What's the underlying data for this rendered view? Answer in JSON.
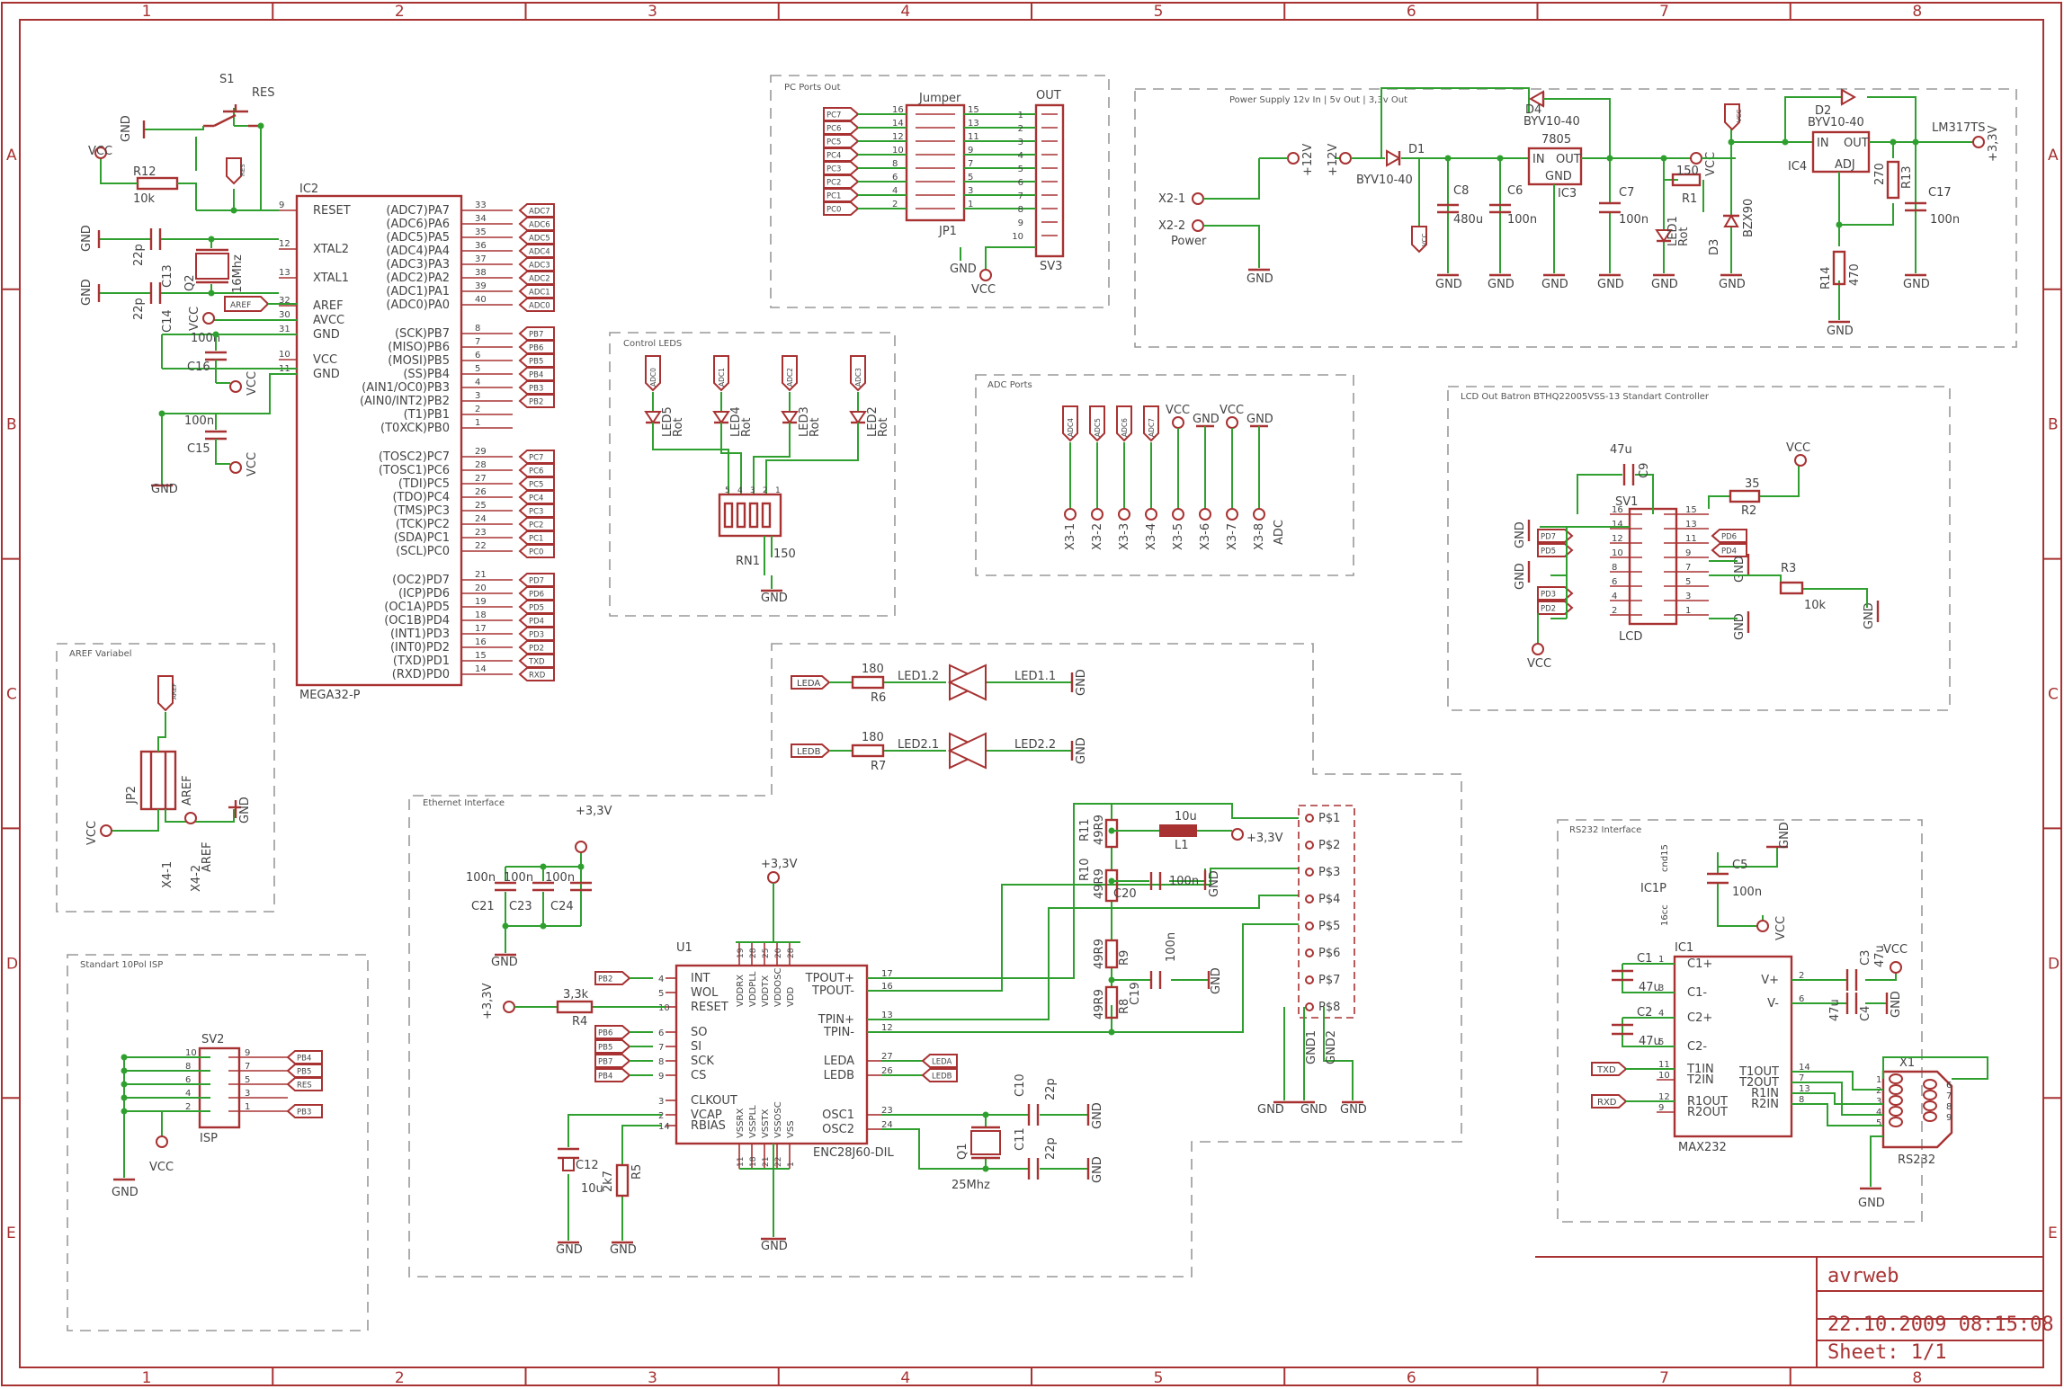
{
  "sheet": {
    "columns": [
      "1",
      "2",
      "3",
      "4",
      "5",
      "6",
      "7",
      "8"
    ],
    "rows": [
      "A",
      "B",
      "C",
      "D",
      "E"
    ]
  },
  "title_block": {
    "project": "avrweb",
    "date": "22.10.2009 08:15:08",
    "sheet": "Sheet: 1/1"
  },
  "sections": {
    "pc_ports": "PC Ports Out",
    "power": "Power Supply 12v In | 5v Out | 3,3v Out",
    "leds": "Control LEDS",
    "adc": "ADC Ports",
    "lcd": "LCD Out Batron BTHQ22005VSS-13 Standart Controller",
    "aref": "AREF Variabel",
    "ethernet": "Ethernet Interface",
    "isp": "Standart 10Pol ISP",
    "rs232": "RS232 Interface"
  },
  "mcu": {
    "ref": "IC2",
    "part": "MEGA32-P",
    "left_pins": [
      {
        "name": "RESET",
        "num": "9"
      },
      {
        "name": "XTAL2",
        "num": "12"
      },
      {
        "name": "XTAL1",
        "num": "13"
      },
      {
        "name": "AREF",
        "num": "32"
      },
      {
        "name": "AVCC",
        "num": "30"
      },
      {
        "name": "GND",
        "num": "31"
      },
      {
        "name": "VCC",
        "num": "10"
      },
      {
        "name": "GND",
        "num": "11"
      }
    ],
    "right_pins": [
      {
        "name": "(ADC7)PA7",
        "num": "33",
        "net": "ADC7"
      },
      {
        "name": "(ADC6)PA6",
        "num": "34",
        "net": "ADC6"
      },
      {
        "name": "(ADC5)PA5",
        "num": "35",
        "net": "ADC5"
      },
      {
        "name": "(ADC4)PA4",
        "num": "36",
        "net": "ADC4"
      },
      {
        "name": "(ADC3)PA3",
        "num": "37",
        "net": "ADC3"
      },
      {
        "name": "(ADC2)PA2",
        "num": "38",
        "net": "ADC2"
      },
      {
        "name": "(ADC1)PA1",
        "num": "39",
        "net": "ADC1"
      },
      {
        "name": "(ADC0)PA0",
        "num": "40",
        "net": "ADC0"
      },
      {
        "name": "(SCK)PB7",
        "num": "8",
        "net": "PB7"
      },
      {
        "name": "(MISO)PB6",
        "num": "7",
        "net": "PB6"
      },
      {
        "name": "(MOSI)PB5",
        "num": "6",
        "net": "PB5"
      },
      {
        "name": "(SS)PB4",
        "num": "5",
        "net": "PB4"
      },
      {
        "name": "(AIN1/OC0)PB3",
        "num": "4",
        "net": "PB3"
      },
      {
        "name": "(AIN0/INT2)PB2",
        "num": "3",
        "net": "PB2"
      },
      {
        "name": "(T1)PB1",
        "num": "2",
        "net": ""
      },
      {
        "name": "(T0XCK)PB0",
        "num": "1",
        "net": ""
      },
      {
        "name": "(TOSC2)PC7",
        "num": "29",
        "net": "PC7"
      },
      {
        "name": "(TOSC1)PC6",
        "num": "28",
        "net": "PC6"
      },
      {
        "name": "(TDI)PC5",
        "num": "27",
        "net": "PC5"
      },
      {
        "name": "(TDO)PC4",
        "num": "26",
        "net": "PC4"
      },
      {
        "name": "(TMS)PC3",
        "num": "25",
        "net": "PC3"
      },
      {
        "name": "(TCK)PC2",
        "num": "24",
        "net": "PC2"
      },
      {
        "name": "(SDA)PC1",
        "num": "23",
        "net": "PC1"
      },
      {
        "name": "(SCL)PC0",
        "num": "22",
        "net": "PC0"
      },
      {
        "name": "(OC2)PD7",
        "num": "21",
        "net": "PD7"
      },
      {
        "name": "(ICP)PD6",
        "num": "20",
        "net": "PD6"
      },
      {
        "name": "(OC1A)PD5",
        "num": "19",
        "net": "PD5"
      },
      {
        "name": "(OC1B)PD4",
        "num": "18",
        "net": "PD4"
      },
      {
        "name": "(INT1)PD3",
        "num": "17",
        "net": "PD3"
      },
      {
        "name": "(INT0)PD2",
        "num": "16",
        "net": "PD2"
      },
      {
        "name": "(TXD)PD1",
        "num": "15",
        "net": "TXD"
      },
      {
        "name": "(RXD)PD0",
        "num": "14",
        "net": "RXD"
      }
    ]
  },
  "reset_circuit": {
    "s1": "S1",
    "res": "RES",
    "r12": "R12",
    "r12v": "10k",
    "vcc": "VCC",
    "gnd": "GND"
  },
  "crystal": {
    "c13": "C13",
    "c13v": "22p",
    "c14": "C14",
    "c14v": "22p",
    "q2": "Q2",
    "q2v": "16Mhz",
    "gnd1": "GND",
    "gnd2": "GND",
    "aref": "AREF"
  },
  "supply_caps": {
    "c16": "C16",
    "c16v": "100n",
    "c15": "C15",
    "c15v": "100n",
    "vcc1": "VCC",
    "vcc2": "VCC",
    "vcc3": "VCC",
    "gnd": "GND"
  },
  "jumper": {
    "jp1": "JP1",
    "title": "Jumper",
    "sv3": "SV3",
    "out": "OUT",
    "vcc": "VCC",
    "gnd": "GND",
    "nets": [
      "PC7",
      "PC6",
      "PC5",
      "PC4",
      "PC3",
      "PC2",
      "PC1",
      "PC0"
    ],
    "jp_left": [
      "16",
      "14",
      "12",
      "10",
      "8",
      "6",
      "4",
      "2"
    ],
    "jp_right": [
      "15",
      "13",
      "11",
      "9",
      "7",
      "5",
      "3",
      "1"
    ],
    "sv_pins": [
      "1",
      "2",
      "3",
      "4",
      "5",
      "6",
      "7",
      "8",
      "9",
      "10"
    ]
  },
  "power": {
    "x21": "X2-1",
    "x22": "X2-2",
    "power": "Power",
    "p12a": "+12V",
    "p12b": "+12V",
    "d1": "D1",
    "d1v": "BYV10-40",
    "d4": "D4",
    "d4v": "BYV10-40",
    "ic3": "IC3",
    "ic3v": "7805",
    "in": "IN",
    "out": "OUT",
    "gnd_pin": "GND",
    "c8": "C8",
    "c8v": "480u",
    "c6": "C6",
    "c6v": "100n",
    "c7": "C7",
    "c7v": "100n",
    "r1": "R1",
    "r1v": "150",
    "led1": "LED1",
    "led1v": "Rot",
    "vcc": "VCC",
    "d3": "D3",
    "d3v": "BZX90",
    "vcc2": "VCC",
    "d2": "D2",
    "d2v": "BYV10-40",
    "ic4": "IC4",
    "ic4v": "LM317TS",
    "adj": "ADJ",
    "r13": "R13",
    "r13v": "270",
    "r14": "R14",
    "r14v": "470",
    "c17": "C17",
    "c17v": "100n",
    "p33": "+3,3V",
    "vcc_tag": "VCC",
    "gnd": "GND"
  },
  "leds": {
    "nets": [
      "ADC0",
      "ADC1",
      "ADC2",
      "ADC3"
    ],
    "refs": [
      "LED5",
      "LED4",
      "LED3",
      "LED2"
    ],
    "vals": [
      "Rot",
      "Rot",
      "Rot",
      "Rot"
    ],
    "rn1": "RN1",
    "rn1v": "150",
    "gnd": "GND",
    "rn_pins": [
      "5",
      "4",
      "3",
      "2",
      "1"
    ]
  },
  "adc": {
    "nets": [
      "ADC4",
      "ADC5",
      "ADC6",
      "ADC7"
    ],
    "vcc": "VCC",
    "gnd": "GND",
    "x3": [
      "X3-1",
      "X3-2",
      "X3-3",
      "X3-4",
      "X3-5",
      "X3-6",
      "X3-7",
      "X3-8"
    ],
    "adc_lbl": "ADC"
  },
  "lcd": {
    "c9": "C9",
    "c9v": "47u",
    "r2": "R2",
    "r2v": "35",
    "vcc": "VCC",
    "sv1": "SV1",
    "lcd": "LCD",
    "r3": "R3",
    "r3v": "10k",
    "gnd": "GND",
    "left_pins": [
      "16",
      "14",
      "12",
      "10",
      "8",
      "6",
      "4",
      "2"
    ],
    "right_pins": [
      "15",
      "13",
      "11",
      "9",
      "7",
      "5",
      "3",
      "1"
    ],
    "nets": [
      "PD7",
      "PD5",
      "PD3",
      "PD2",
      "PD6",
      "PD4"
    ]
  },
  "aref_block": {
    "jp2": "JP2",
    "aref": "AREF",
    "vcc": "VCC",
    "x41": "X4-1",
    "x42": "X4-2",
    "aref2": "AREF",
    "aref_tag": "AREF",
    "gnd": "GND"
  },
  "led_drivers": {
    "leda": "LEDA",
    "ledb": "LEDB",
    "r6": "R6",
    "r6v": "180",
    "r7": "R7",
    "r7v": "180",
    "l11": "LED1.1",
    "l12": "LED1.2",
    "l21": "LED2.1",
    "l22": "LED2.2",
    "gnd": "GND"
  },
  "ethernet": {
    "u1": "U1",
    "part": "ENC28J60-DIL",
    "p33": "+3,3V",
    "gnd": "GND",
    "left_pins": [
      {
        "name": "INT",
        "num": "4",
        "net": "PB2"
      },
      {
        "name": "WOL",
        "num": "5",
        "net": ""
      },
      {
        "name": "RESET",
        "num": "10",
        "net": ""
      },
      {
        "name": "SO",
        "num": "6",
        "net": "PB6"
      },
      {
        "name": "SI",
        "num": "7",
        "net": "PB5"
      },
      {
        "name": "SCK",
        "num": "8",
        "net": "PB7"
      },
      {
        "name": "CS",
        "num": "9",
        "net": "PB4"
      },
      {
        "name": "CLKOUT",
        "num": "3",
        "net": ""
      },
      {
        "name": "VCAP",
        "num": "2",
        "net": ""
      },
      {
        "name": "RBIAS",
        "num": "14",
        "net": ""
      }
    ],
    "right_pins": [
      {
        "name": "TPOUT+",
        "num": "17",
        "net": ""
      },
      {
        "name": "TPOUT-",
        "num": "16",
        "net": ""
      },
      {
        "name": "TPIN+",
        "num": "13",
        "net": ""
      },
      {
        "name": "TPIN-",
        "num": "12",
        "net": ""
      },
      {
        "name": "LEDA",
        "num": "27",
        "net": "LEDA"
      },
      {
        "name": "LEDB",
        "num": "26",
        "net": "LEDB"
      },
      {
        "name": "OSC1",
        "num": "23",
        "net": ""
      },
      {
        "name": "OSC2",
        "num": "24",
        "net": ""
      }
    ],
    "top_pins": [
      "VDDRX",
      "VDDPLL",
      "VDDTX",
      "VDDOSC",
      "VDD"
    ],
    "top_nums": [
      "19",
      "28",
      "25",
      "20",
      "28"
    ],
    "bot_pins": [
      "VSSRX",
      "VSSPLL",
      "VSSTX",
      "VSSOSC",
      "VSS"
    ],
    "bot_nums": [
      "11",
      "18",
      "21",
      "22",
      "1"
    ],
    "caps": {
      "c21": "C21",
      "c23": "C23",
      "c24": "C24",
      "v": "100n"
    },
    "r4": "R4",
    "r4v": "3,3k",
    "c12": "C12",
    "c12v": "10u",
    "r5": "R5",
    "r5v": "2k7",
    "c10": "C10",
    "c10v": "22p",
    "c11": "C11",
    "c11v": "22p",
    "q1": "Q1",
    "q1v": "25Mhz",
    "r11": "R11",
    "r11v": "49R9",
    "r10": "R10",
    "r10v": "49R9",
    "r9": "R9",
    "r9v": "49R9",
    "r8": "R8",
    "r8v": "49R9",
    "l1": "L1",
    "l1v": "10u",
    "c20": "C20",
    "c20v": "100n",
    "c19": "C19",
    "c19v": "100n",
    "rj": [
      "P$1",
      "P$2",
      "P$3",
      "P$4",
      "P$5",
      "P$6",
      "P$7",
      "P$8"
    ],
    "gnd1": "GND1",
    "gnd2": "GND2"
  },
  "isp": {
    "sv2": "SV2",
    "isp": "ISP",
    "vcc": "VCC",
    "gnd": "GND",
    "left": [
      "10",
      "8",
      "6",
      "4",
      "2"
    ],
    "right": [
      "9",
      "7",
      "5",
      "3",
      "1"
    ],
    "nets": [
      "PB4",
      "PB5",
      "RES",
      "PB3"
    ]
  },
  "rs232": {
    "ic1": "IC1",
    "part": "MAX232",
    "ic1p": "IC1P",
    "c5": "C5",
    "c5v": "100n",
    "gnd": "GND",
    "vcc": "VCC",
    "c1": "C1",
    "c1v": "47u",
    "c2": "C2",
    "c2v": "47u",
    "c3": "C3",
    "c3v": "47u",
    "c4": "C4",
    "c4v": "47u",
    "vcc_pin": "16cc",
    "gnd_pin": "cnd15",
    "left": [
      {
        "name": "C1+",
        "num": "1"
      },
      {
        "name": "C1-",
        "num": "3"
      },
      {
        "name": "C2+",
        "num": "4"
      },
      {
        "name": "C2-",
        "num": "5"
      },
      {
        "name": "T1IN",
        "num": "11"
      },
      {
        "name": "T2IN",
        "num": "10"
      },
      {
        "name": "R1OUT",
        "num": "12"
      },
      {
        "name": "R2OUT",
        "num": "9"
      }
    ],
    "right": [
      {
        "name": "V+",
        "num": "2"
      },
      {
        "name": "V-",
        "num": "6"
      },
      {
        "name": "T1OUT",
        "num": "14"
      },
      {
        "name": "T2OUT",
        "num": "7"
      },
      {
        "name": "R1IN",
        "num": "13"
      },
      {
        "name": "R2IN",
        "num": "8"
      }
    ],
    "txd": "TXD",
    "rxd": "RXD",
    "x1": "X1",
    "conn": "RS232",
    "db_pins": [
      "1",
      "2",
      "3",
      "4",
      "5",
      "6",
      "7",
      "8",
      "9"
    ]
  }
}
